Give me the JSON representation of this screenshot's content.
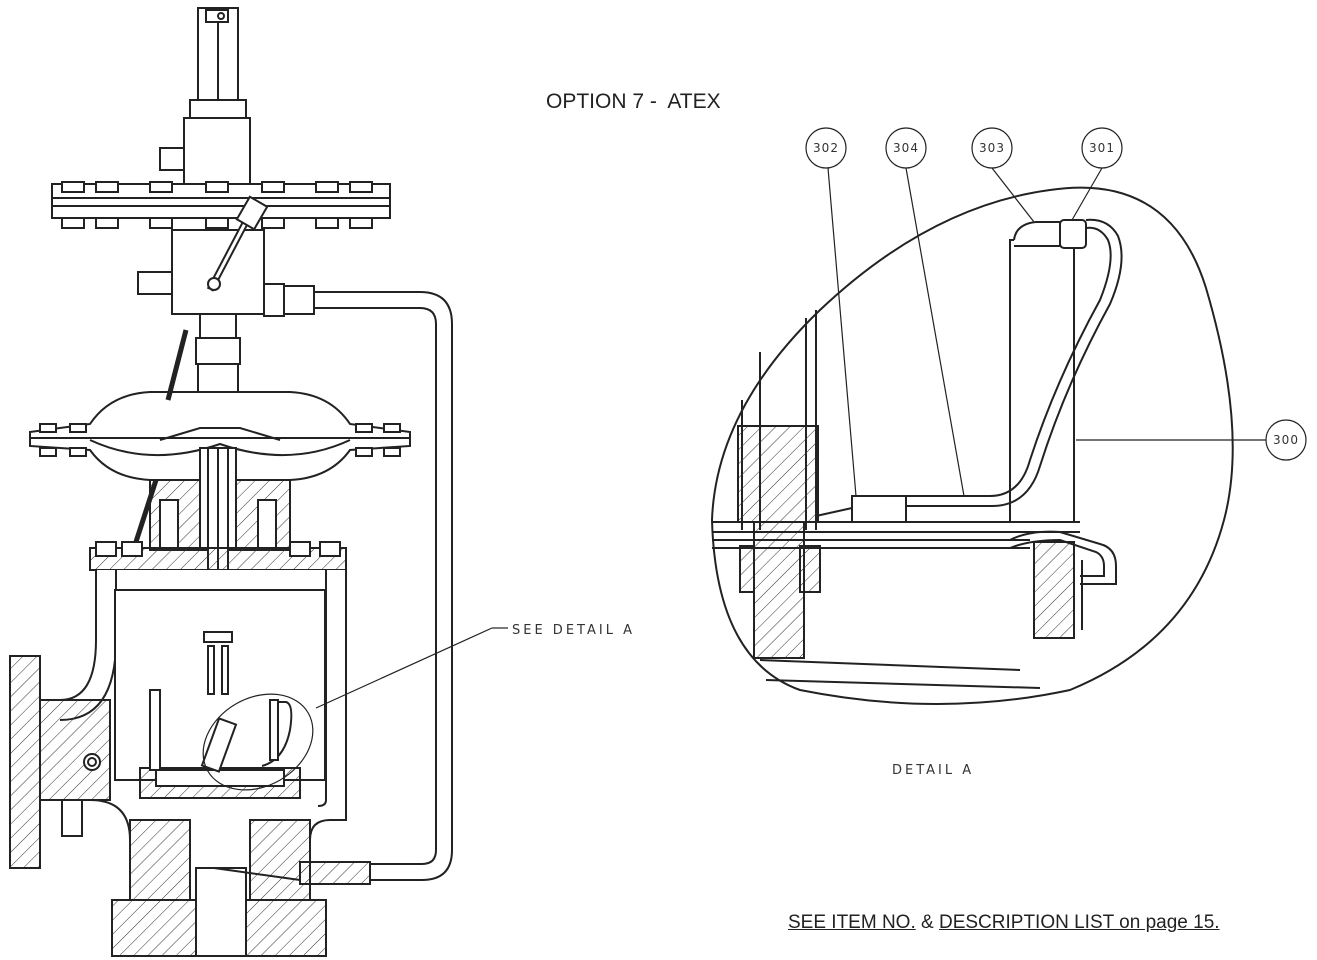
{
  "title": "OPTION 7 -  ATEX",
  "callout_text": "SEE DETAIL  A",
  "detail_label": "DETAIL  A",
  "balloons": {
    "b302": "302",
    "b304": "304",
    "b303": "303",
    "b301": "301",
    "b300": "300"
  },
  "footer": {
    "part1": "SEE ITEM NO.",
    "sep": " & ",
    "part2": "DESCRIPTION LIST on page 15."
  }
}
